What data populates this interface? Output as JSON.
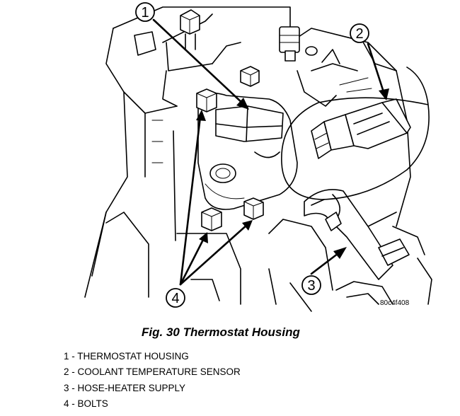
{
  "figure": {
    "caption": "Fig. 30 Thermostat Housing",
    "ref_code": "80c4f408",
    "callouts": [
      {
        "number": "1"
      },
      {
        "number": "2"
      },
      {
        "number": "3"
      },
      {
        "number": "4"
      }
    ],
    "legend": [
      "1 - THERMOSTAT HOUSING",
      "2 - COOLANT TEMPERATURE SENSOR",
      "3 - HOSE-HEATER SUPPLY",
      "4 - BOLTS"
    ]
  }
}
